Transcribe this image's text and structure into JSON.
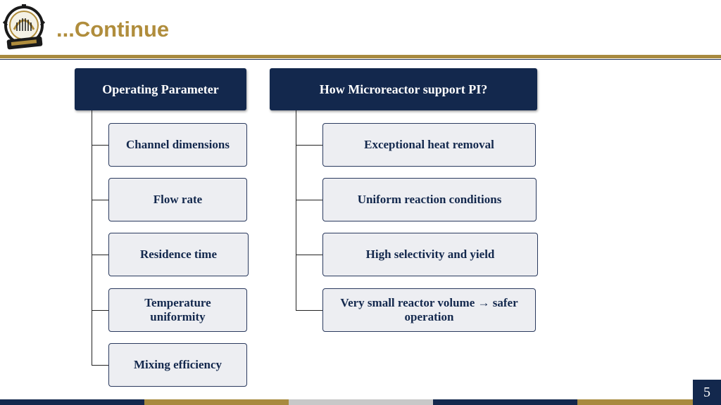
{
  "slide": {
    "title": "...Continue",
    "page_number": "5"
  },
  "diagram": {
    "left": {
      "header": "Operating Parameter",
      "items": [
        "Channel dimensions",
        "Flow rate",
        "Residence time",
        "Temperature uniformity",
        "Mixing efficiency"
      ]
    },
    "right": {
      "header": "How Microreactor support PI?",
      "items": [
        "Exceptional heat removal",
        "Uniform reaction conditions",
        "High selectivity and yield",
        "Very small reactor volume → safer operation"
      ]
    }
  },
  "colors": {
    "navy": "#13284d",
    "gold": "#b08d3c",
    "box_fill": "#edeef2",
    "footer": [
      "#13284d",
      "#a88a3f",
      "#c8c8c8",
      "#13284d",
      "#a88a3f"
    ]
  },
  "icons": {
    "logo": "university-emblem-icon"
  }
}
